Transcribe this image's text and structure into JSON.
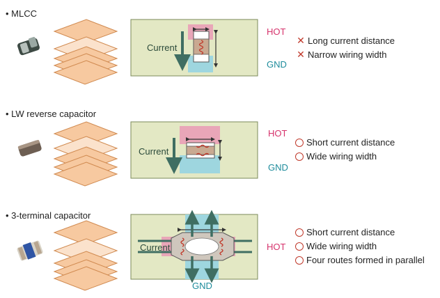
{
  "sections": [
    {
      "title": "• MLCC",
      "current_label": "Current",
      "hot_label": "HOT",
      "gnd_label": "GND",
      "points": [
        {
          "mark": "cross",
          "text": "Long current distance"
        },
        {
          "mark": "cross",
          "text": "Narrow wiring width"
        }
      ]
    },
    {
      "title": "• LW reverse capacitor",
      "current_label": "Current",
      "hot_label": "HOT",
      "gnd_label": "GND",
      "points": [
        {
          "mark": "circle",
          "text": "Short current distance"
        },
        {
          "mark": "circle",
          "text": "Wide wiring width"
        }
      ]
    },
    {
      "title": "• 3-terminal capacitor",
      "current_label": "Current",
      "hot_label": "HOT",
      "gnd_label": "GND",
      "points": [
        {
          "mark": "circle",
          "text": "Short current distance"
        },
        {
          "mark": "circle",
          "text": "Wide wiring width"
        },
        {
          "mark": "circle",
          "text": "Four routes formed in parallel"
        }
      ]
    }
  ],
  "colors": {
    "board": "#e3e8c4",
    "board_border": "#7b8a5a",
    "hot_pad": "#e9a6b8",
    "gnd_pad": "#9ed6df",
    "layer": "#f7c9a0",
    "layer_border": "#d08a50",
    "arrow": "#3f6e62",
    "red": "#c0392b"
  }
}
